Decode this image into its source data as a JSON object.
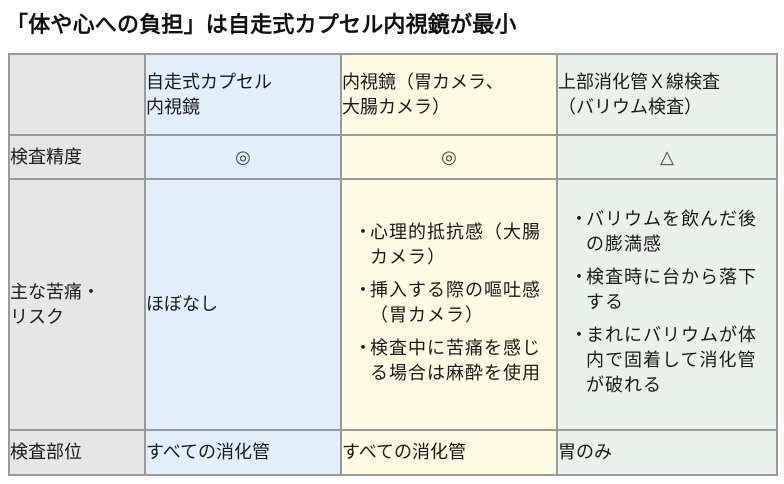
{
  "title": "「体や心への負担」は自走式カプセル内視鏡が最小",
  "table": {
    "columns": [
      {
        "label": "",
        "color": "#e6e6e6"
      },
      {
        "label": "自走式カプセル内視鏡",
        "line1": "自走式カプセル",
        "line2": "内視鏡",
        "color": "#e2eef9"
      },
      {
        "label": "内視鏡（胃カメラ、大腸カメラ）",
        "line1": "内視鏡（胃カメラ、",
        "line2": "大腸カメラ）",
        "color": "#fdfbe1"
      },
      {
        "label": "上部消化管Ｘ線検査（バリウム検査）",
        "line1": "上部消化管Ｘ線検査",
        "line2": "（バリウム検査）",
        "color": "#eaf1ea"
      }
    ],
    "rows": {
      "accuracy": {
        "label": "検査精度",
        "values": [
          "◎",
          "◎",
          "△"
        ]
      },
      "risk": {
        "label": "主な苦痛・リスク",
        "label_line1": "主な苦痛・",
        "label_line2": "リスク",
        "capsule": "ほぼなし",
        "endoscope": [
          "心理的抵抗感（大腸カメラ）",
          "挿入する際の嘔吐感（胃カメラ）",
          "検査中に苦痛を感じる場合は麻酔を使用"
        ],
        "barium": [
          "バリウムを飲んだ後の膨満感",
          "検査時に台から落下する",
          "まれにバリウムが体内で固着して消化管が破れる"
        ],
        "bullet": "・"
      },
      "site": {
        "label": "検査部位",
        "values": [
          "すべての消化管",
          "すべての消化管",
          "胃のみ"
        ]
      }
    }
  },
  "colors": {
    "border": "#9a9a9a",
    "key_bg": "#e6e6e6",
    "capsule_bg": "#e2eef9",
    "endoscope_bg": "#fdfbe1",
    "barium_bg": "#eaf1ea"
  }
}
